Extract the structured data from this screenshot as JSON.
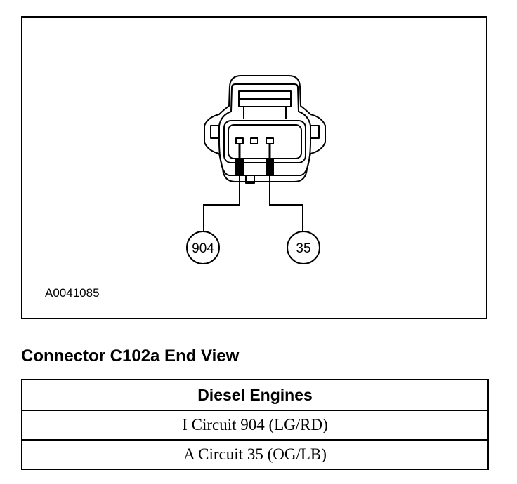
{
  "figure": {
    "id": "A0041085",
    "pins": [
      {
        "label": "904"
      },
      {
        "label": "35"
      }
    ]
  },
  "caption": "Connector C102a End View",
  "table": {
    "header": "Diesel Engines",
    "rows": [
      "I Circuit 904 (LG/RD)",
      "A Circuit 35 (OG/LB)"
    ]
  }
}
